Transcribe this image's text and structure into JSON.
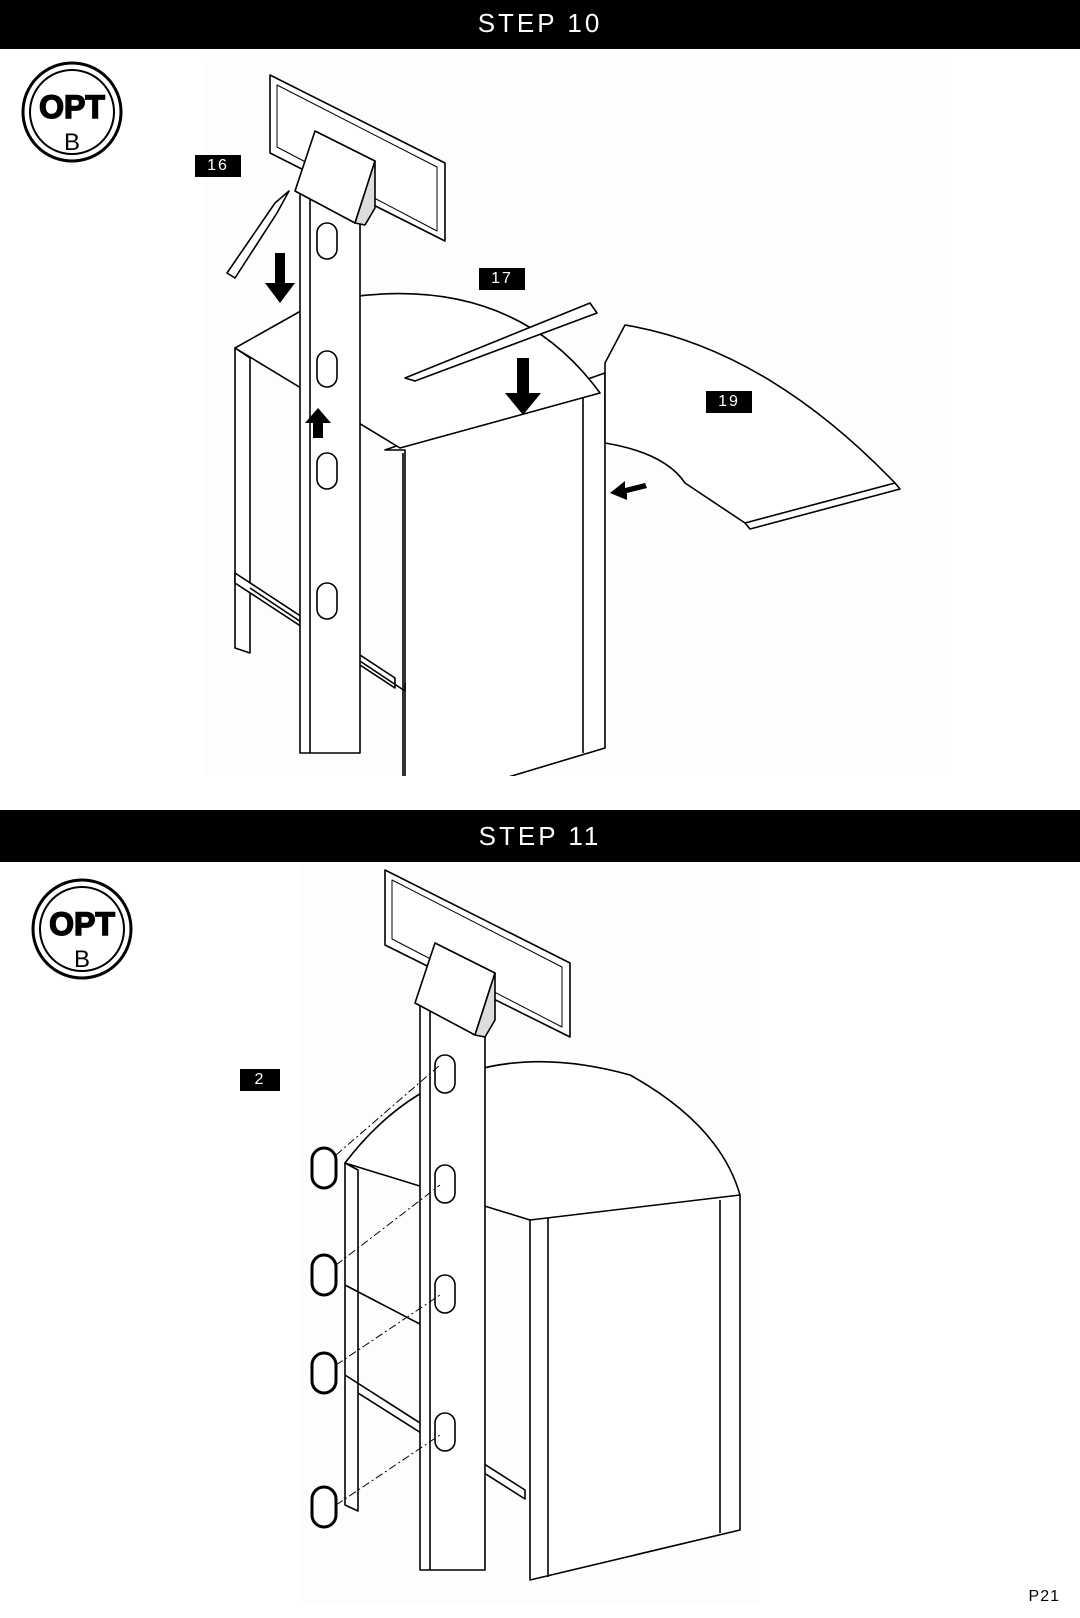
{
  "steps": [
    {
      "title": "STEP 10",
      "badge": {
        "line1": "OPT",
        "line2": "B"
      },
      "labels": {
        "a": "16",
        "b": "17",
        "c": "19"
      }
    },
    {
      "title": "STEP 11",
      "badge": {
        "line1": "OPT",
        "line2": "B"
      },
      "labels": {
        "a": "2"
      }
    }
  ],
  "page_number": "P21",
  "icons": {
    "badge": "opt-b-badge-icon",
    "arrow": "arrow-icon"
  }
}
